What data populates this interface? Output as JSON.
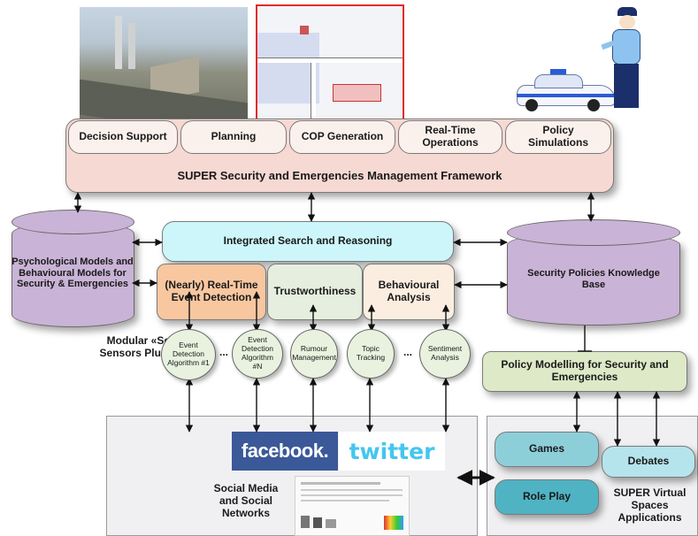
{
  "framework": {
    "title": "SUPER Security and Emergencies Management Framework",
    "tabs": [
      "Decision Support",
      "Planning",
      "COP Generation",
      "Real-Time Operations",
      "Policy Simulations"
    ]
  },
  "left_db": "Psychological Models and Behavioural Models for Security & Emergencies",
  "right_db": "Security Policies Knowledge Base",
  "search": "Integrated Search and Reasoning",
  "modules": {
    "event_detection": "(Nearly) Real-Time Event Detection",
    "trustworthiness": "Trustworthiness",
    "behavioural": "Behavioural Analysis"
  },
  "sensors_label": "Modular «Social» Sensors Plug n'Play",
  "sensors": [
    "Event Detection Algorithm #1",
    "Event Detection Algorithm #N",
    "Rumour Management",
    "Topic Tracking",
    "Sentiment Analysis"
  ],
  "ellipsis": "...",
  "policy_modelling": "Policy Modelling for Security and Emergencies",
  "social_media": {
    "label": "Social Media and Social Networks",
    "facebook": "facebook.",
    "twitter": "twitter"
  },
  "virtual": {
    "label": "SUPER Virtual Spaces Applications",
    "games": "Games",
    "debates": "Debates",
    "roleplay": "Role Play"
  },
  "colors": {
    "framework_fill": "#f6d9d3",
    "tab_fill": "#fbf1ec",
    "db_fill": "#c9b3d6",
    "search_fill": "#ccf6fa",
    "event_fill": "#f8c7a0",
    "trust_fill": "#e6efdf",
    "behav_fill": "#fbeee0",
    "sensor_fill": "#e8f2df",
    "policy_fill": "#dde9c7",
    "app_fill": "#8dcfd9",
    "facebook": "#3b5998",
    "twitter": "#44c6ef"
  }
}
